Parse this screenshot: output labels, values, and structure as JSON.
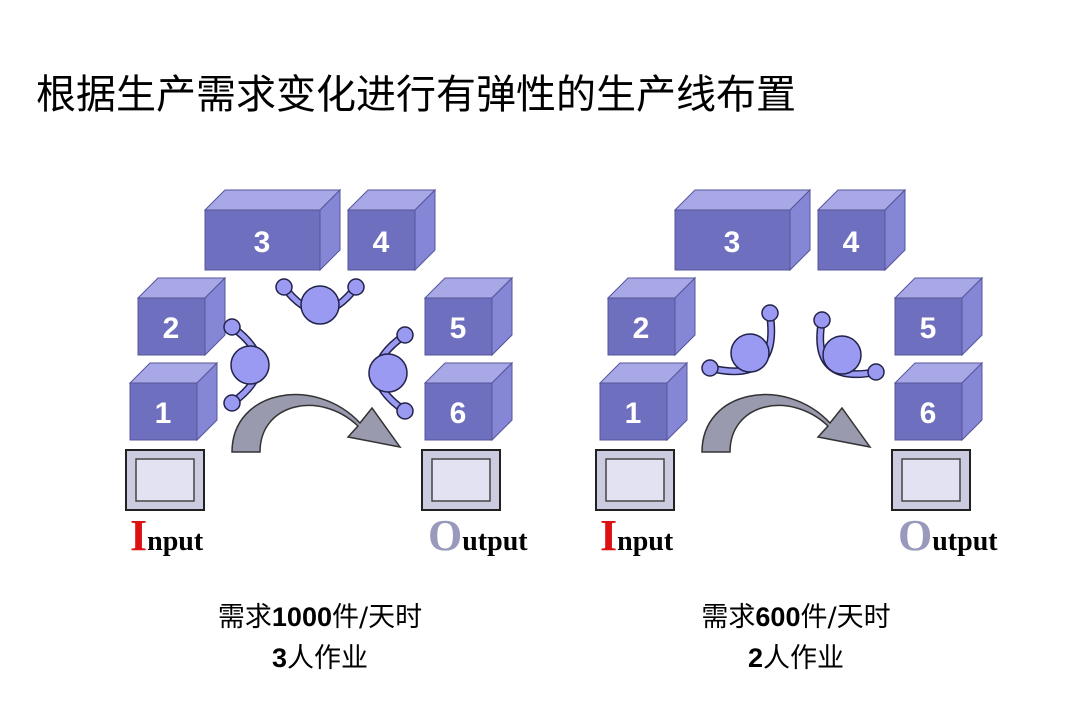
{
  "title": "根据生产需求变化进行有弹性的生产线布置",
  "colors": {
    "box_front": "#6f6fbf",
    "box_top": "#a8a8e6",
    "box_side": "#8686d6",
    "worker": "#9a9af2",
    "arrow": "#9a9aae",
    "input_accent": "#dd1111",
    "output_accent": "#9999bb"
  },
  "layouts": [
    {
      "stations": [
        "1",
        "2",
        "3",
        "4",
        "5",
        "6"
      ],
      "workers": 3,
      "input": {
        "initial": "I",
        "rest": "nput"
      },
      "output": {
        "initial": "O",
        "rest": "utput"
      },
      "caption": {
        "demand_prefix": "需求",
        "demand_value": "1000",
        "demand_suffix": "件/天时",
        "staff_value": "3",
        "staff_suffix": "人作业"
      }
    },
    {
      "stations": [
        "1",
        "2",
        "3",
        "4",
        "5",
        "6"
      ],
      "workers": 2,
      "input": {
        "initial": "I",
        "rest": "nput"
      },
      "output": {
        "initial": "O",
        "rest": "utput"
      },
      "caption": {
        "demand_prefix": "需求",
        "demand_value": "600",
        "demand_suffix": "件/天时",
        "staff_value": "2",
        "staff_suffix": "人作业"
      }
    }
  ]
}
